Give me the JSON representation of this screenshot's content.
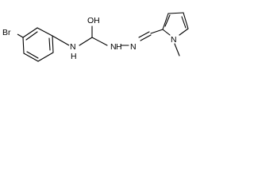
{
  "molecule": {
    "atoms": {
      "bromine": "Br",
      "hydroxyl": "OH",
      "amine_nh": "N",
      "amine_h": "H",
      "hydrazone_n1": "N",
      "hydrazone_n2": "N",
      "hydrazone_h": "H",
      "ring_nitrogen": "N",
      "methyl_label": ""
    }
  },
  "colors": {
    "bond": "#000000",
    "background": "#ffffff"
  }
}
